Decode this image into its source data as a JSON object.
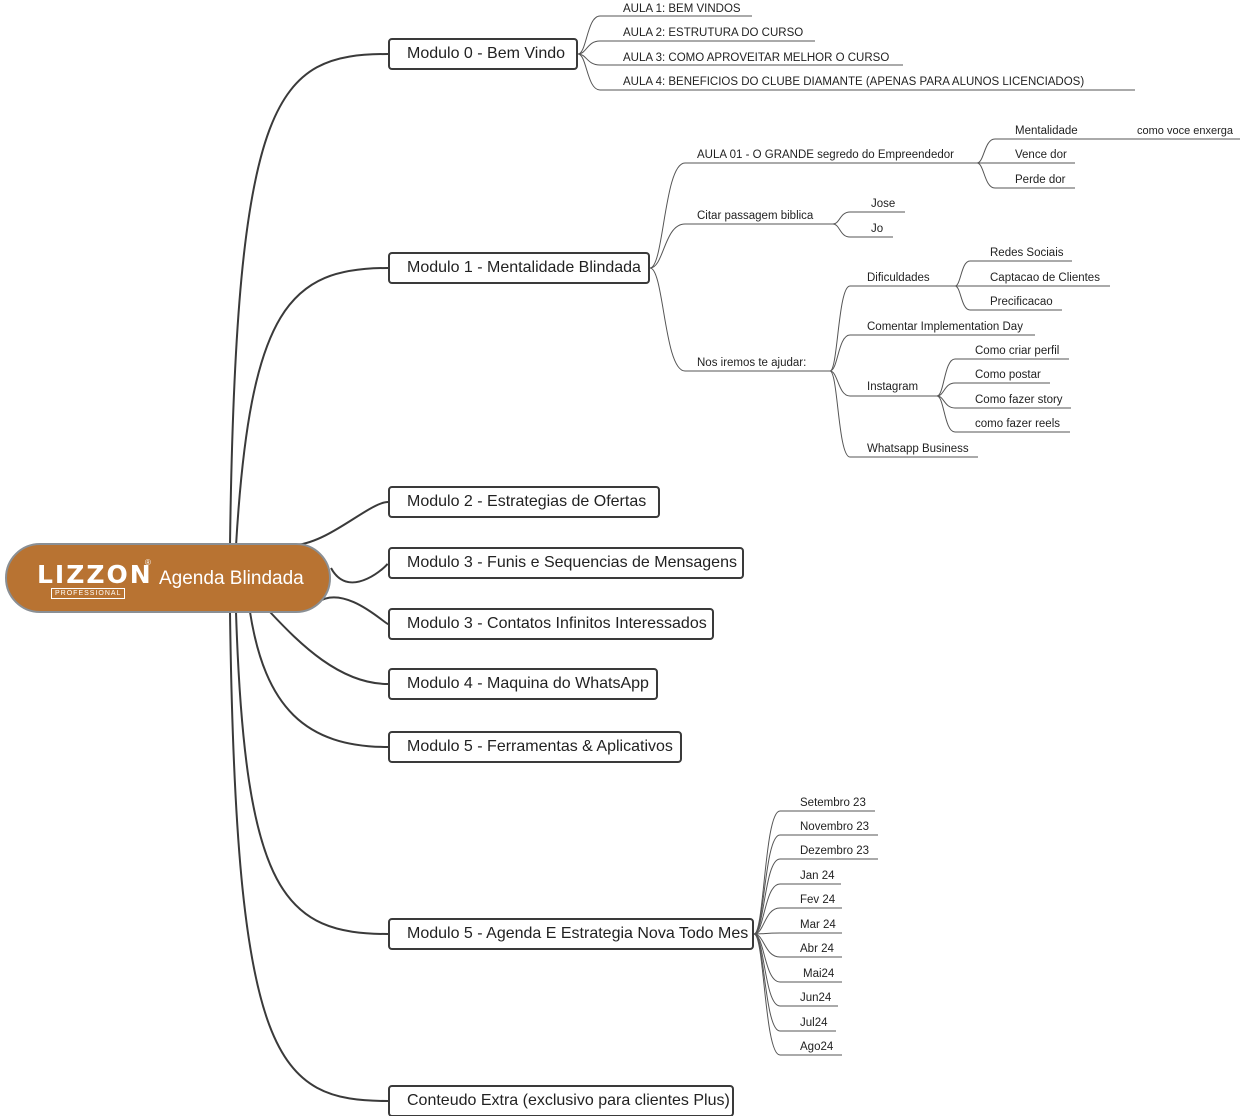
{
  "colors": {
    "root_fill": "#b87332",
    "root_border": "#8a8f94",
    "line": "#3a3a3a",
    "leaf_line": "#555555"
  },
  "root": {
    "logo": "LIZZON",
    "logo_sub": "PROFESSIONAL",
    "logo_reg": "®",
    "title": "Agenda Blindada"
  },
  "modules": [
    {
      "label": "Modulo 0 - Bem Vindo"
    },
    {
      "label": "Modulo 1 - Mentalidade Blindada"
    },
    {
      "label": "Modulo 2 - Estrategias de Ofertas"
    },
    {
      "label": "Modulo 3 - Funis e Sequencias de Mensagens"
    },
    {
      "label": "Modulo 3 - Contatos Infinitos Interessados"
    },
    {
      "label": "Modulo 4 - Maquina do WhatsApp"
    },
    {
      "label": "Modulo 5 - Ferramentas & Aplicativos"
    },
    {
      "label": "Modulo 5 - Agenda E Estrategia Nova Todo Mes"
    },
    {
      "label": "Conteudo Extra (exclusivo para clientes Plus)"
    }
  ],
  "m0": {
    "aulas": [
      "AULA 1: BEM VINDOS",
      "AULA 2: ESTRUTURA DO CURSO",
      "AULA 3: COMO APROVEITAR MELHOR O CURSO",
      "AULA 4: BENEFICIOS DO CLUBE DIAMANTE (APENAS PARA ALUNOS LICENCIADOS)"
    ]
  },
  "m1": {
    "aula01": "AULA 01 - O GRANDE segredo do Empreendedor",
    "aula01_children": [
      "Mentalidade",
      "Vence dor",
      "Perde dor"
    ],
    "mentalidade_child": "como voce enxerga",
    "citar": "Citar passagem biblica",
    "citar_children": [
      "Jose",
      "Jo"
    ],
    "nos": "Nos iremos te ajudar:",
    "dificuldades": "Dificuldades",
    "dificuldades_children": [
      "Redes Sociais",
      "Captacao de Clientes",
      "Precificacao"
    ],
    "comentar": "Comentar Implementation Day",
    "instagram": "Instagram",
    "instagram_children": [
      "Como criar perfil",
      "Como postar",
      "Como fazer story",
      "como fazer reels"
    ],
    "whatsapp": "Whatsapp Business"
  },
  "m5_months": [
    "Setembro 23",
    "Novembro 23",
    "Dezembro 23",
    "Jan 24",
    "Fev 24",
    "Mar 24",
    "Abr 24",
    "Mai24",
    "Jun24",
    "Jul24",
    "Ago24"
  ]
}
